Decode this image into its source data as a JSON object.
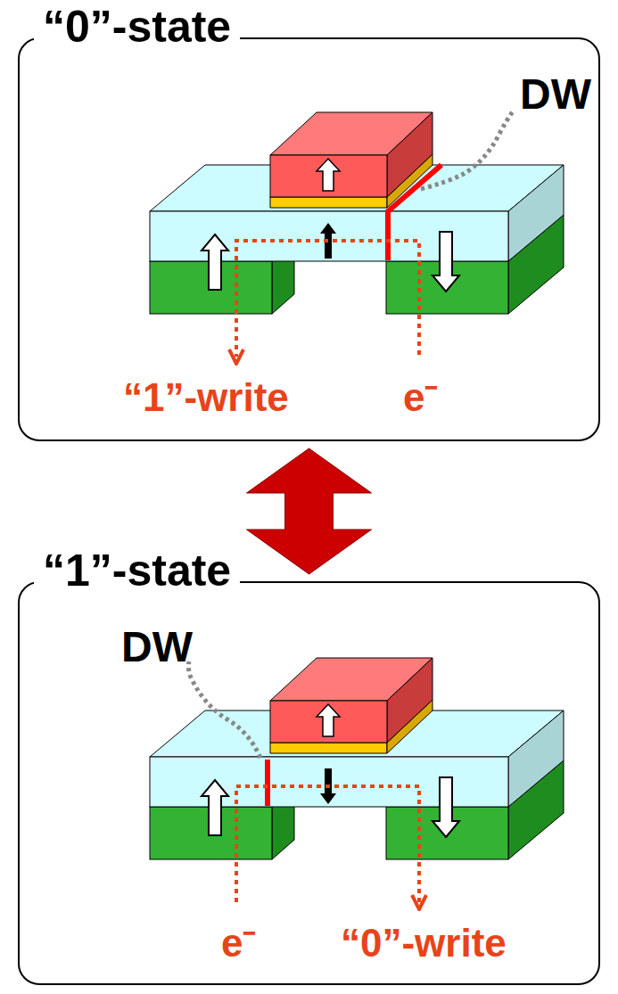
{
  "diagram": {
    "nodes": [
      {
        "text": [
          "“0”-state"
        ]
      },
      {
        "text": [
          "“1”-state"
        ]
      }
    ],
    "edges": [
      {
        "from": 0,
        "to": 1,
        "arrow": "both"
      }
    ],
    "labels": [
      "DW",
      "“1”-write",
      "e⁻",
      "DW",
      "e⁻",
      "“0”-write"
    ]
  }
}
